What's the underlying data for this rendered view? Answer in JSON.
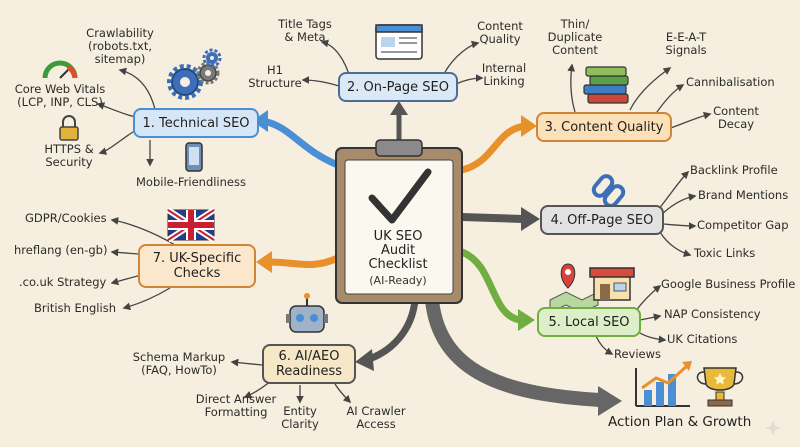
{
  "center": {
    "title": "UK SEO\nAudit\nChecklist",
    "subtitle": "(AI-Ready)"
  },
  "nodes": {
    "technical": "1. Technical SEO",
    "onpage": "2. On-Page SEO",
    "content": "3. Content Quality",
    "offpage": "4. Off-Page SEO",
    "local": "5. Local SEO",
    "ai": "6. AI/AEO\nReadiness",
    "uk": "7. UK-Specific\nChecks"
  },
  "technical_items": {
    "crawl": "Crawlability\n(robots.txt,\nsitemap)",
    "cwv": "Core Web Vitals\n(LCP, INP, CLS)",
    "https": "HTTPS &\nSecurity",
    "mobile": "Mobile-Friendliness"
  },
  "onpage_items": {
    "title": "Title Tags\n& Meta",
    "h1": "H1\nStructure",
    "cq": "Content\nQuality",
    "internal": "Internal\nLinking"
  },
  "content_items": {
    "thin": "Thin/\nDuplicate\nContent",
    "eeat": "E-E-A-T\nSignals",
    "cannibal": "Cannibalisation",
    "decay": "Content\nDecay"
  },
  "offpage_items": {
    "backlink": "Backlink Profile",
    "brand": "Brand Mentions",
    "competitor": "Competitor Gap",
    "toxic": "Toxic Links"
  },
  "local_items": {
    "gbp": "Google Business Profile",
    "nap": "NAP Consistency",
    "citations": "UK Citations",
    "reviews": "Reviews"
  },
  "ai_items": {
    "schema": "Schema Markup\n(FAQ, HowTo)",
    "direct": "Direct Answer\nFormatting",
    "entity": "Entity\nClarity",
    "crawler": "AI Crawler\nAccess"
  },
  "uk_items": {
    "gdpr": "GDPR/Cookies",
    "hreflang": "hreflang (en-gb)",
    "couk": ".co.uk Strategy",
    "british": "British English"
  },
  "action": {
    "label": "Action Plan & Growth"
  },
  "colors": {
    "background": "#f6efdf",
    "technical": "#4a8fd6",
    "technical_fill": "#d6e6f7",
    "onpage_fill": "#dbe8f6",
    "content": "#e8902a",
    "content_fill": "#fbe0b8",
    "offpage_fill": "#e2e2e2",
    "local": "#6fae3f",
    "local_fill": "#dcefc8",
    "ai_fill": "#f6e7c6",
    "uk": "#e8902a",
    "uk_fill": "#fbe8cc",
    "ink": "#333333"
  }
}
